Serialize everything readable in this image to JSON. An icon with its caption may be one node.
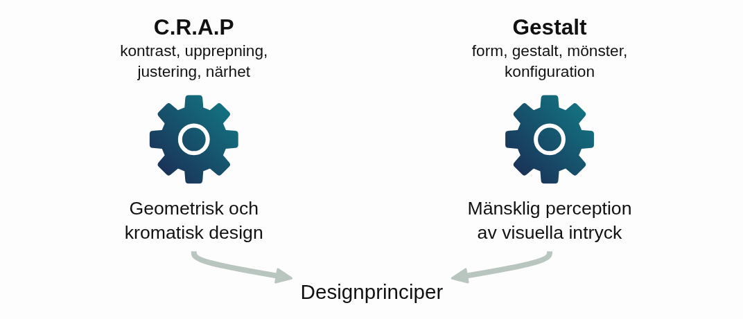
{
  "diagram": {
    "nodes": [
      {
        "text": [],
        "shape": "gear",
        "beside": [
          "C.R.A.P",
          "kontrast, upprepning, justering, närhet",
          "Geometrisk och kromatisk design"
        ]
      },
      {
        "text": [
          "Designprinciper"
        ]
      },
      {
        "text": [],
        "shape": "gear",
        "beside": [
          "Gestalt",
          "form, gestalt, mönster, konfiguration",
          "Mänsklig perception av visuella intryck"
        ]
      }
    ],
    "edges": [
      {
        "from": 0,
        "to": 1,
        "arrow": "to"
      },
      {
        "from": 2,
        "to": 1,
        "arrow": "to"
      }
    ]
  }
}
